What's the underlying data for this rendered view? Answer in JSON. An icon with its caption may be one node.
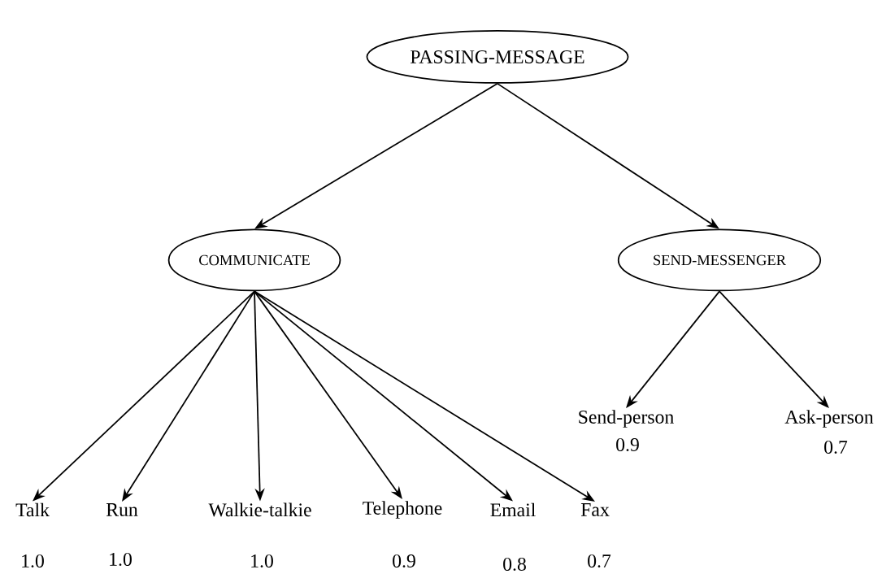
{
  "diagram": {
    "nodes": [
      {
        "text": [
          "PASSING-MESSAGE"
        ]
      },
      {
        "text": [
          "COMMUNICATE"
        ]
      },
      {
        "text": [
          "SEND-MESSENGER"
        ]
      },
      {
        "text": [
          "Talk"
        ],
        "beside": [
          "1.0"
        ]
      },
      {
        "text": [
          "Run"
        ],
        "beside": [
          "1.0"
        ]
      },
      {
        "text": [
          "Walkie-talkie"
        ],
        "beside": [
          "1.0"
        ]
      },
      {
        "text": [
          "Telephone"
        ],
        "beside": [
          "0.9"
        ]
      },
      {
        "text": [
          "Email"
        ],
        "beside": [
          "0.8"
        ]
      },
      {
        "text": [
          "Fax"
        ],
        "beside": [
          "0.7"
        ]
      },
      {
        "text": [
          "Send-person"
        ],
        "beside": [
          "0.9"
        ]
      },
      {
        "text": [
          "Ask-person"
        ],
        "beside": [
          "0.7"
        ]
      }
    ],
    "edges": [
      {
        "from": 0,
        "to": 1,
        "arrow": "to"
      },
      {
        "from": 0,
        "to": 2,
        "arrow": "to"
      },
      {
        "from": 1,
        "to": 3,
        "arrow": "to"
      },
      {
        "from": 1,
        "to": 4,
        "arrow": "to"
      },
      {
        "from": 1,
        "to": 5,
        "arrow": "to"
      },
      {
        "from": 1,
        "to": 6,
        "arrow": "to"
      },
      {
        "from": 1,
        "to": 7,
        "arrow": "to"
      },
      {
        "from": 1,
        "to": 8,
        "arrow": "to"
      },
      {
        "from": 2,
        "to": 9,
        "arrow": "to"
      },
      {
        "from": 2,
        "to": 10,
        "arrow": "to"
      }
    ]
  }
}
